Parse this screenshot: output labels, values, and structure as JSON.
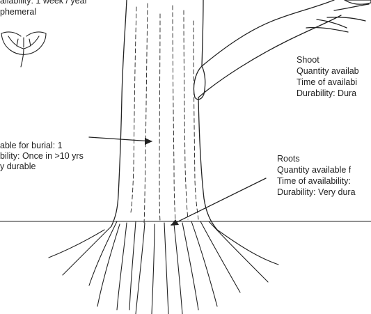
{
  "flower": {
    "availability_line": "ailability: 1 week / year",
    "durability_line": "phemeral"
  },
  "trunk": {
    "quantity_line": "able for burial: 1",
    "availability_line": "bility: Once in >10 yrs",
    "durability_line": "y durable"
  },
  "shoot": {
    "title": "Shoot",
    "quantity_line": "Quantity availab",
    "availability_line": "Time of availabi",
    "durability_line": "Durability: Dura"
  },
  "roots": {
    "title": "Roots",
    "quantity_line": "Quantity available f",
    "availability_line": "Time of availability:",
    "durability_line": "Durability: Very dura"
  },
  "colors": {
    "ink": "#222222",
    "background": "#ffffff"
  }
}
